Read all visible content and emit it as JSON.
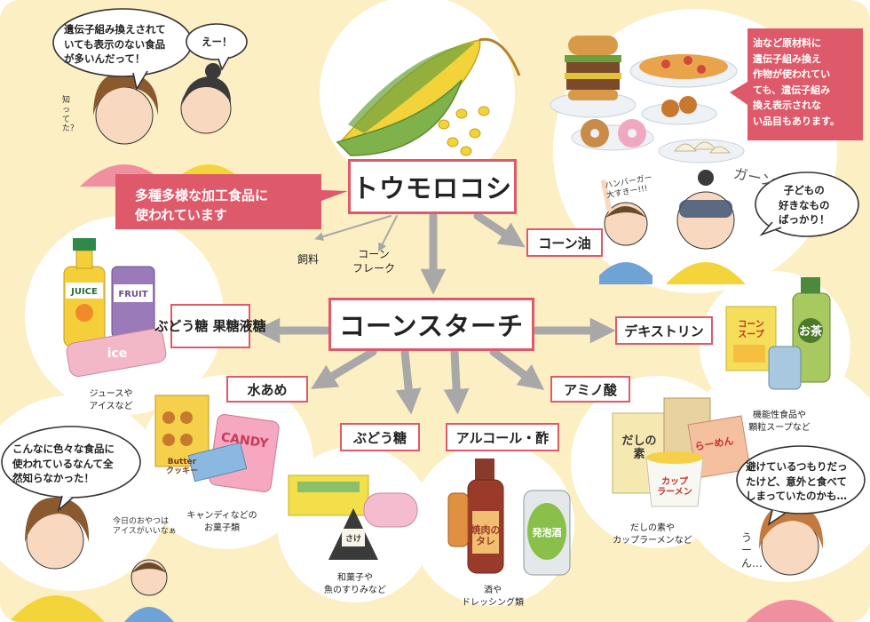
{
  "colors": {
    "background": "#fcefc4",
    "accent": "#de5a6a",
    "arrow": "#a8a8a8"
  },
  "nodes": {
    "corn": "トウモロコシ",
    "cornstarch": "コーンスターチ",
    "corn_oil": "コーン油",
    "budou_katou": "ぶどう糖\n果糖液糖",
    "dextrin": "デキストリン",
    "mizuame": "水あめ",
    "amino": "アミノ酸",
    "budou": "ぶどう糖",
    "alcohol": "アルコール・酢",
    "feed": "飼料",
    "cornflake": "コーン\nフレーク"
  },
  "callout": "多種多様な加工食品に\n使われています",
  "info_box": "油など原材料に\n遺伝子組み換え\n作物が使われてい\nても、遺伝子組み\n換え表示されな\nい品目もあります。",
  "bubbles": {
    "top_left": "遺伝子組み換えされて\nいても表示のない食品\nが多いんだって！",
    "eh": "えー！",
    "kid_likes": "子どもの\n好きなもの\nばっかり！",
    "surprised": "こんなに色々な食品に\n使われているなんて全\n然知らなかった！",
    "avoid": "避けているつもりだっ\nたけど、意外と食べて\nしまっていたのかも…"
  },
  "handwritten": {
    "shitteta": "知ってた？",
    "hamburger": "ハンバーガー\n大すきー!!!",
    "gaan": "ガーン",
    "oyatsu": "今日のおやつは\nアイスがいいなぁ",
    "uun": "うーん…"
  },
  "captions": {
    "juice": "ジュースや\nアイスなど",
    "candy": "キャンディなどの\nお菓子類",
    "wagashi": "和菓子や\n魚のすりみなど",
    "sake": "酒や\nドレッシング類",
    "dashi": "だしの素や\nカップラーメンなど",
    "kinou": "機能性食品や\n顆粒スープなど"
  },
  "packaging": {
    "juice": "JUICE",
    "fruit": "FRUIT",
    "ice": "ice",
    "candy": "CANDY",
    "butter": "Butter\nクッキー",
    "corn_soup": "コーン\nスープ",
    "ocha": "お茶",
    "dashi": "だしの\n素",
    "ramen": "らーめん",
    "cup_ramen": "カップ\nラーメン",
    "yakiniku": "焼肉の\nタレ",
    "happoshu": "発泡酒",
    "sake": "さけ"
  }
}
